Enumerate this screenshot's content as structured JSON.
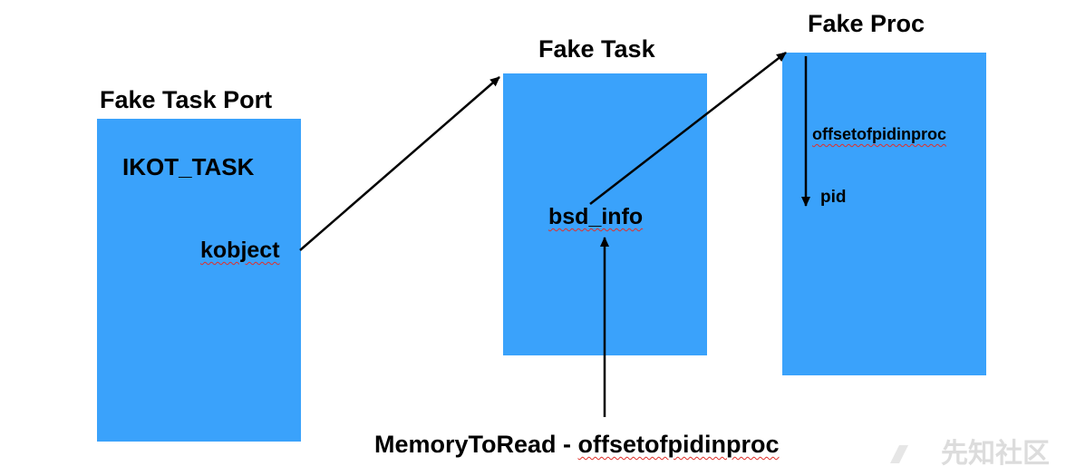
{
  "diagram": {
    "port": {
      "title": "Fake Task Port",
      "field1": "IKOT_TASK",
      "field2": "kobject"
    },
    "task": {
      "title": "Fake Task",
      "field": "bsd_info"
    },
    "proc": {
      "title": "Fake Proc",
      "field1": "offsetofpidinproc",
      "field2": "pid"
    },
    "bottom_label": {
      "prefix": "MemoryToRead - ",
      "term": "offsetofpidinproc"
    }
  },
  "colors": {
    "box": "#3aa2fb",
    "text": "#000000",
    "squiggle": "#e0302a"
  },
  "watermark": "先知社区"
}
